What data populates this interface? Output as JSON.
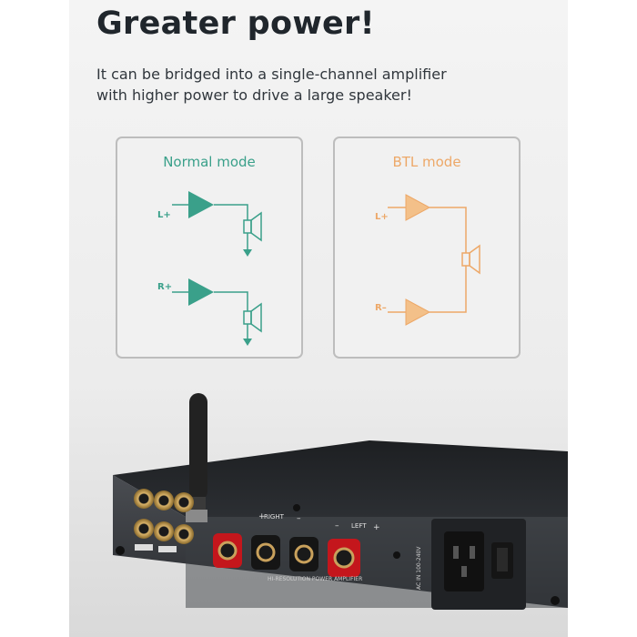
{
  "headline": "Greater power!",
  "subtitle_line1": "It can be bridged into a single-channel amplifier",
  "subtitle_line2": "with higher power to drive a large speaker!",
  "normal_mode": {
    "title": "Normal mode",
    "inputs": [
      "L+",
      "R+"
    ],
    "color": "#3aa08a"
  },
  "btl_mode": {
    "title": "BTL mode",
    "inputs": [
      "L+",
      "R–"
    ],
    "color": "#eda868"
  },
  "amplifier_panel": {
    "speaker_right_label": "RIGHT",
    "speaker_left_label": "LEFT",
    "plus_sign": "+",
    "minus_sign": "–",
    "power_label": "AC IN 100-240V",
    "product_label": "HI-RESOLUTION POWER AMPLIFIER"
  }
}
